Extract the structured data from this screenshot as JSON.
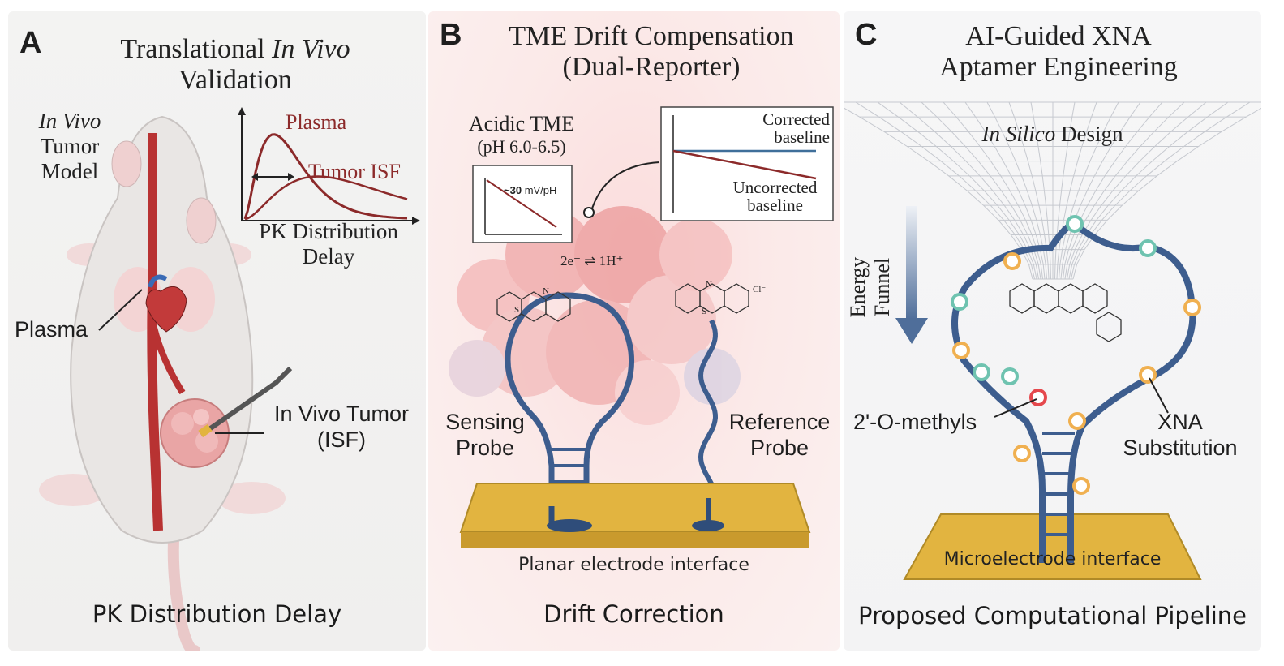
{
  "panel_a": {
    "label": "A",
    "title_line1_prefix": "Translational ",
    "title_line1_italic": "In Vivo",
    "title_line2": "Validation",
    "model_label_italic": "In Vivo",
    "model_label_line2": "Tumor",
    "model_label_line3": "Model",
    "plot_plasma": "Plasma",
    "plot_tumor": "Tumor ISF",
    "plot_caption_line1": "PK Distribution",
    "plot_caption_line2": "Delay",
    "plasma_callout": "Plasma",
    "tumor_callout_line1": "In Vivo Tumor",
    "tumor_callout_line2": "(ISF)",
    "caption": "PK Distribution Delay"
  },
  "panel_b": {
    "label": "B",
    "title_line1": "TME Drift Compensation",
    "title_line2": "(Dual-Reporter)",
    "tme_line1": "Acidic TME",
    "tme_line2": "(pH 6.0-6.5)",
    "slope_value": "~30",
    "slope_unit": "mV/pH",
    "redox_text": "2e⁻ ⇌ 1H⁺",
    "corrected_line1": "Corrected",
    "corrected_line2": "baseline",
    "uncorrected_line1": "Uncorrected",
    "uncorrected_line2": "baseline",
    "sensing_line1": "Sensing",
    "sensing_line2": "Probe",
    "reference_line1": "Reference",
    "reference_line2": "Probe",
    "electrode": "Planar electrode interface",
    "caption": "Drift Correction",
    "chem_n": "N",
    "chem_s": "S",
    "chem_cl": "Cl⁻"
  },
  "panel_c": {
    "label": "C",
    "title_line1": "AI-Guided XNA",
    "title_line2": "Aptamer Engineering",
    "in_silico_italic": "In Silico",
    "in_silico_rest": " Design",
    "energy_funnel": "Energy Funnel",
    "methyl_label": "2'-O-methyls",
    "xna_line1": "XNA",
    "xna_line2": "Substitution",
    "electrode": "Microelectrode interface",
    "caption": "Proposed Computational Pipeline"
  },
  "colors": {
    "strand_blue": "#3d5d8e",
    "artery_red": "#b83232",
    "plot_red": "#8c2a2a",
    "gold": "#e2b440",
    "corrected_blue": "#3f6f9a"
  }
}
